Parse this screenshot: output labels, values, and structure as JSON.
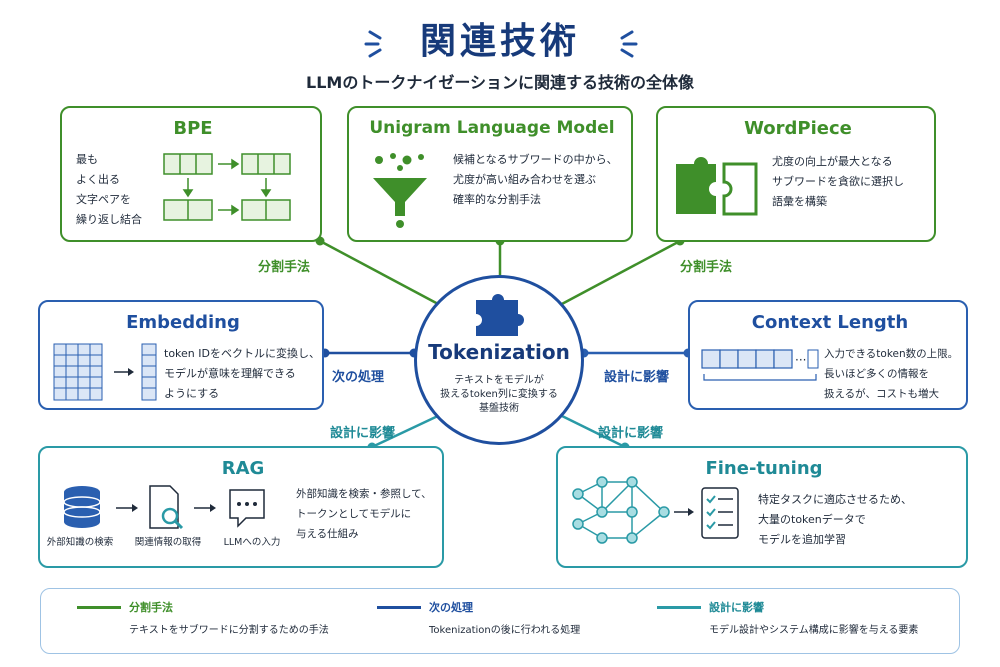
{
  "header": {
    "title": "関連技術",
    "subtitle": "LLMのトークナイゼーションに関連する技術の全体像"
  },
  "center": {
    "title": "Tokenization",
    "desc": "テキストをモデルが\n扱えるtoken列に変換する\n基盤技術"
  },
  "cards": {
    "bpe": {
      "title": "BPE",
      "desc": "最も\nよく出る\n文字ペアを\n繰り返し結合"
    },
    "unigram": {
      "title": "Unigram Language Model",
      "desc": "候補となるサブワードの中から、\n尤度が高い組み合わせを選ぶ\n確率的な分割手法"
    },
    "wordpiece": {
      "title": "WordPiece",
      "desc": "尤度の向上が最大となる\nサブワードを貪欲に選択し\n語彙を構築"
    },
    "embedding": {
      "title": "Embedding",
      "desc": "token IDをベクトルに変換し、\nモデルが意味を理解できる\nようにする"
    },
    "context": {
      "title": "Context Length",
      "desc": "入力できるtoken数の上限。\n長いほど多くの情報を\n扱えるが、コストも増大"
    },
    "rag": {
      "title": "RAG",
      "desc": "外部知識を検索・参照して、\nトークンとしてモデルに\n与える仕組み",
      "steps": [
        "外部知識の検索",
        "関連情報の取得",
        "LLMへの入力"
      ]
    },
    "finetuning": {
      "title": "Fine-tuning",
      "desc": "特定タスクに適応させるため、\n大量のtokenデータで\nモデルを追加学習"
    }
  },
  "edges": {
    "left_top": "分割手法",
    "right_top": "分割手法",
    "left_mid": "次の処理",
    "right_mid": "設計に影響",
    "left_bottom": "設計に影響",
    "right_bottom": "設計に影響"
  },
  "legend": [
    {
      "title": "分割手法",
      "desc": "テキストをサブワードに分割するための手法",
      "color": "#3f8f2a"
    },
    {
      "title": "次の処理",
      "desc": "Tokenizationの後に行われる処理",
      "color": "#1f4f9f"
    },
    {
      "title": "設計に影響",
      "desc": "モデル設計やシステム構成に影響を与える要素",
      "color": "#2a9aa6"
    }
  ],
  "colors": {
    "green": "#3f8f2a",
    "blue": "#1f4f9f",
    "teal": "#2a9aa6",
    "navy": "#173a7a"
  }
}
